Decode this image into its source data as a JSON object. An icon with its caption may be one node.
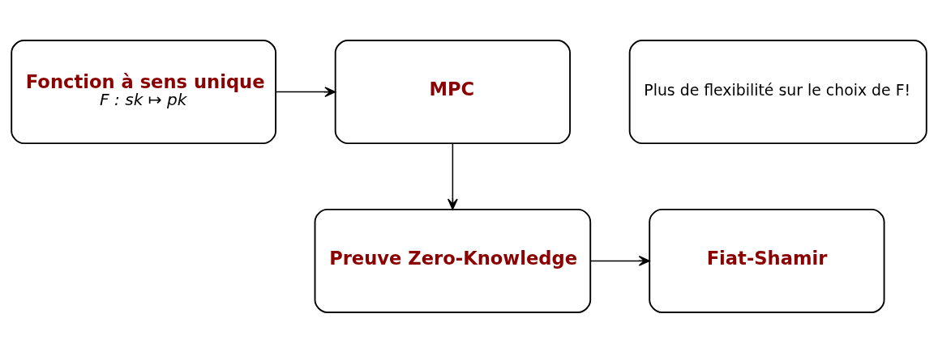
{
  "diagram": {
    "nodes": [
      {
        "text": [
          "Fonction à sens unique",
          "F : sk ↦ pk"
        ]
      },
      {
        "text": [
          "MPC"
        ]
      },
      {
        "text": [
          "Plus de flexibilité sur le choix de F!"
        ]
      },
      {
        "text": [
          "Fiat-Shamir"
        ]
      },
      {
        "text": [
          "Preuve Zero-Knowledge"
        ]
      }
    ],
    "edges": [
      {
        "from": 0,
        "to": 1,
        "arrow": "to"
      },
      {
        "from": 1,
        "to": 4,
        "arrow": "to"
      },
      {
        "from": 4,
        "to": 3,
        "arrow": "to"
      }
    ]
  }
}
